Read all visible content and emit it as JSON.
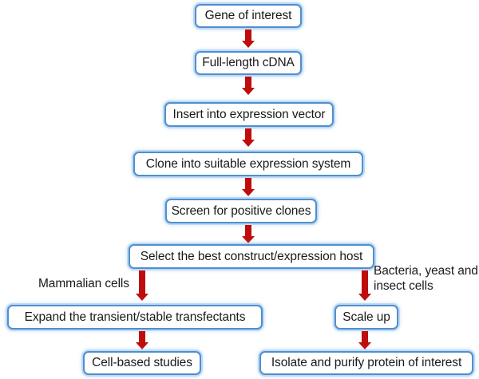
{
  "diagram": {
    "title": "Protein expression workflow flowchart",
    "colors": {
      "box_border": "#4f8fcc",
      "box_glow": "#a0c8f0",
      "arrow": "#bf0d0d",
      "text": "#1a1a1a",
      "background": "#ffffff"
    },
    "nodes": [
      {
        "id": "gene",
        "label": "Gene of interest"
      },
      {
        "id": "cdna",
        "label": "Full-length cDNA"
      },
      {
        "id": "insert",
        "label": "Insert into expression vector"
      },
      {
        "id": "clone",
        "label": "Clone into suitable expression system"
      },
      {
        "id": "screen",
        "label": "Screen for positive clones"
      },
      {
        "id": "select",
        "label": "Select the best construct/expression host"
      },
      {
        "id": "expand",
        "label": "Expand the transient/stable transfectants"
      },
      {
        "id": "scaleup",
        "label": "Scale up"
      },
      {
        "id": "cellstudies",
        "label": "Cell-based studies"
      },
      {
        "id": "isolate",
        "label": "Isolate and purify protein of interest"
      }
    ],
    "edge_labels": [
      {
        "id": "mammalian",
        "label": "Mammalian cells"
      },
      {
        "id": "bacteria",
        "label": "Bacteria, yeast and\ninsect cells"
      }
    ],
    "edges": [
      {
        "from": "gene",
        "to": "cdna"
      },
      {
        "from": "cdna",
        "to": "insert"
      },
      {
        "from": "insert",
        "to": "clone"
      },
      {
        "from": "clone",
        "to": "screen"
      },
      {
        "from": "screen",
        "to": "select"
      },
      {
        "from": "select",
        "to": "expand",
        "label": "Mammalian cells"
      },
      {
        "from": "select",
        "to": "scaleup",
        "label": "Bacteria, yeast and insect cells"
      },
      {
        "from": "expand",
        "to": "cellstudies"
      },
      {
        "from": "scaleup",
        "to": "isolate"
      }
    ]
  }
}
